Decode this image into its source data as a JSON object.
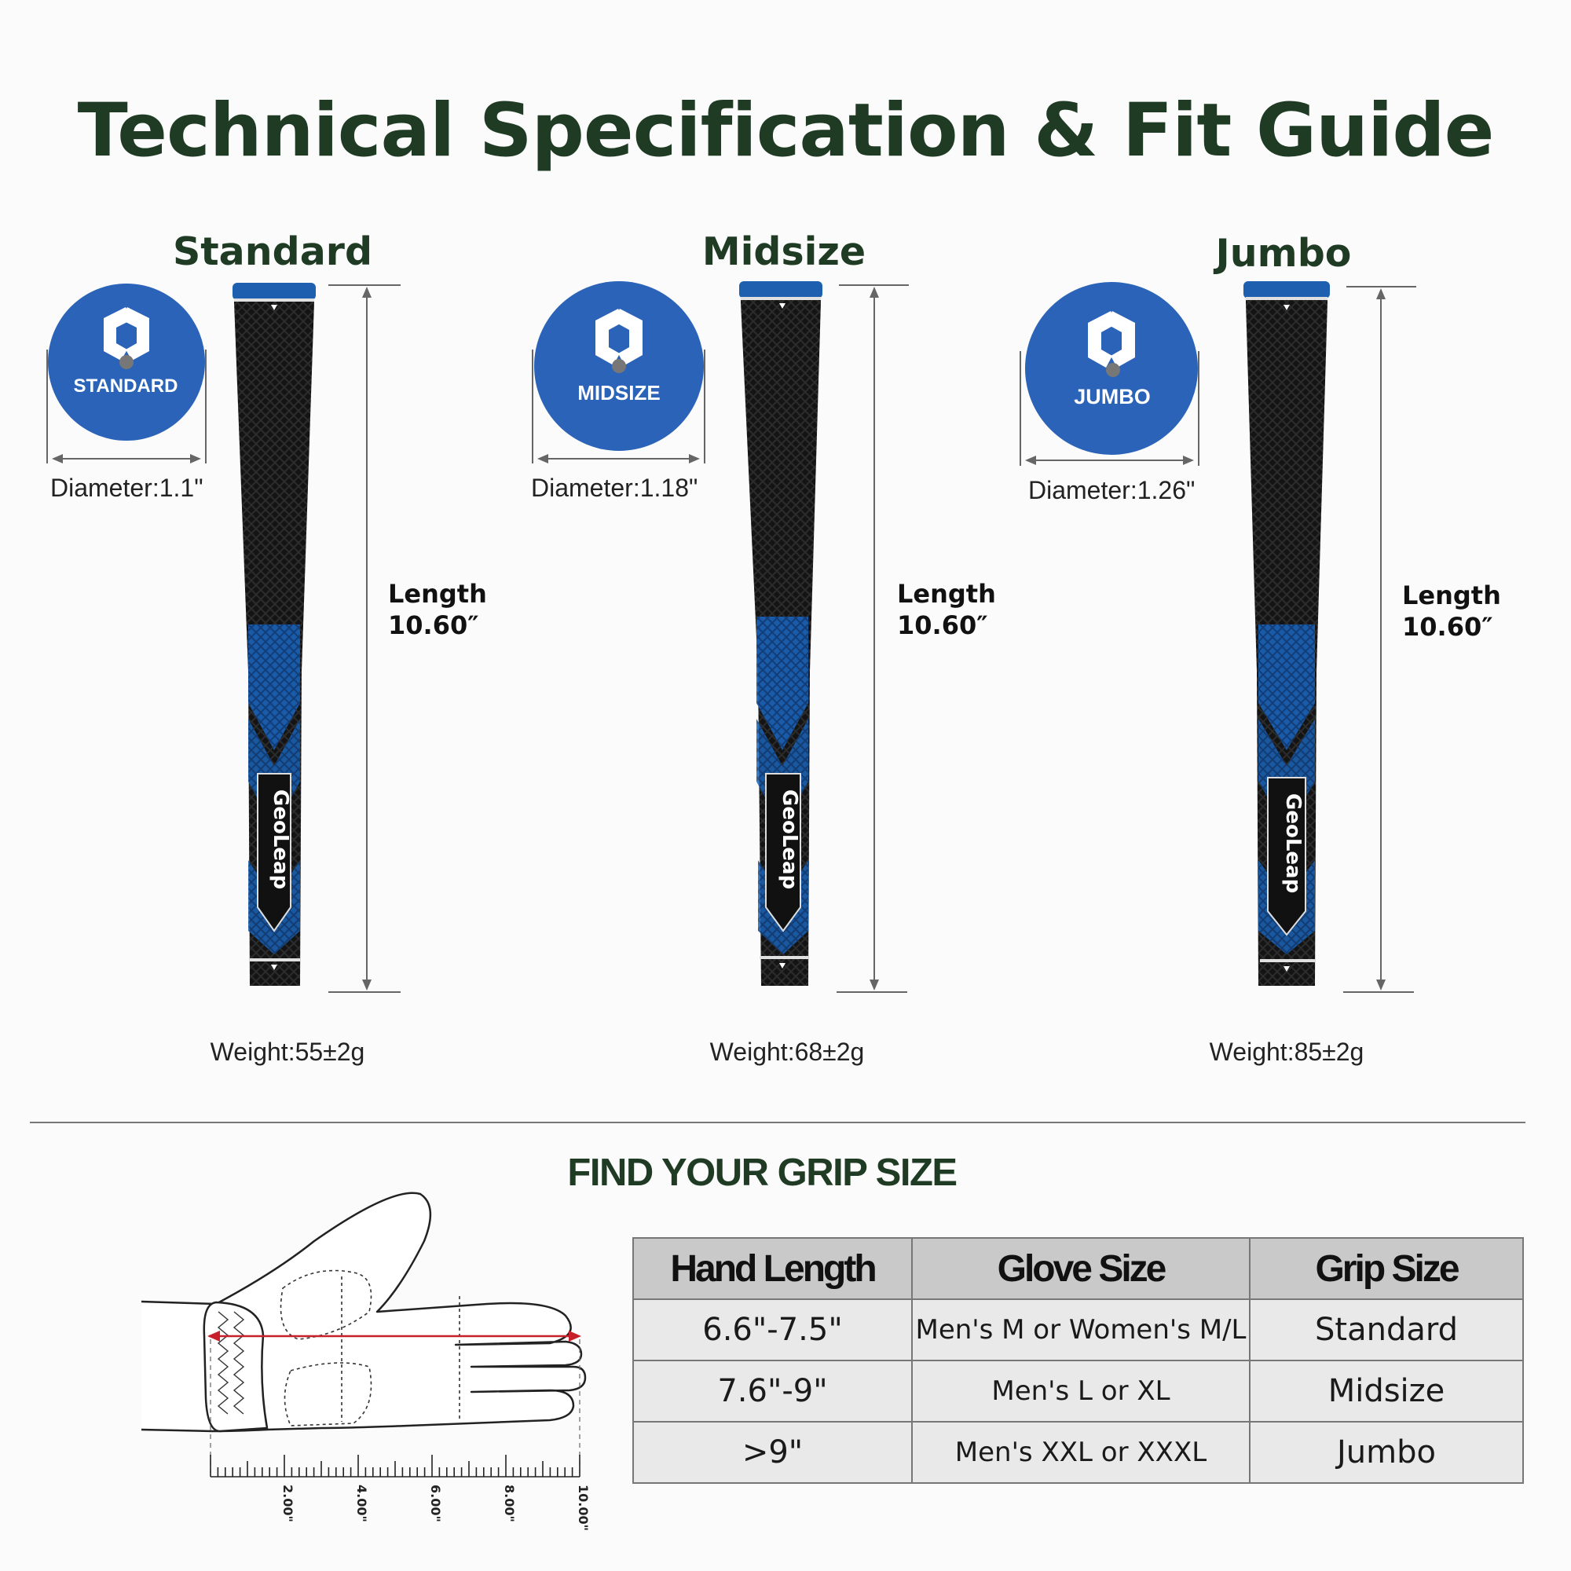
{
  "title": "Technical Specification & Fit Guide",
  "sizes": [
    {
      "name": "Standard",
      "cap_label": "STANDARD",
      "diameter": "Diameter:1.1\"",
      "length_label": "Length",
      "length_value": "10.60″",
      "weight": "Weight:55±2g"
    },
    {
      "name": "Midsize",
      "cap_label": "MIDSIZE",
      "diameter": "Diameter:1.18\"",
      "length_label": "Length",
      "length_value": "10.60″",
      "weight": "Weight:68±2g"
    },
    {
      "name": "Jumbo",
      "cap_label": "JUMBO",
      "diameter": "Diameter:1.26\"",
      "length_label": "Length",
      "length_value": "10.60″",
      "weight": "Weight:85±2g"
    }
  ],
  "grip_brand": "GeoLeap",
  "fit": {
    "title": "FIND YOUR GRIP SIZE",
    "headers": [
      "Hand Length",
      "Glove Size",
      "Grip Size"
    ],
    "rows": [
      [
        "6.6\"-7.5\"",
        "Men's M or Women's M/L",
        "Standard"
      ],
      [
        "7.6\"-9\"",
        "Men's L or XL",
        "Midsize"
      ],
      [
        ">9\"",
        "Men's XXL or XXXL",
        "Jumbo"
      ]
    ],
    "ruler_labels": [
      "2.00\"",
      "4.00\"",
      "6.00\"",
      "8.00\"",
      "10.00\""
    ]
  },
  "colors": {
    "title_green": "#1f3b24",
    "grip_blue": "#1f5fb0",
    "cap_blue": "#2a63b8",
    "measure_red": "#c8202a"
  }
}
